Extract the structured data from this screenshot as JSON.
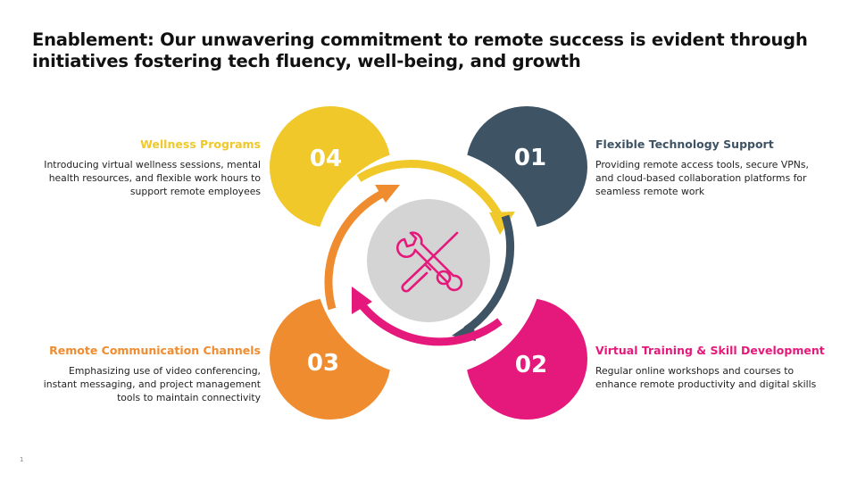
{
  "title": {
    "line1": "Enablement: Our unwavering commitment to remote success is evident through",
    "line2": "initiatives fostering tech fluency, well-being, and growth"
  },
  "center_icon": "wrench-screwdriver-icon",
  "items": [
    {
      "number": "01",
      "heading": "Flexible Technology Support",
      "color": "#3e5364",
      "desc": [
        "Providing remote access tools, secure VPNs,",
        "and cloud-based collaboration platforms for",
        "seamless remote work"
      ]
    },
    {
      "number": "02",
      "heading": "Virtual Training & Skill Development",
      "color": "#e5197b",
      "desc": [
        "Regular online workshops and courses to",
        "enhance remote productivity and digital skills"
      ]
    },
    {
      "number": "03",
      "heading": "Remote Communication Channels",
      "color": "#ef8c2f",
      "desc": [
        "Emphasizing use of video conferencing,",
        "instant messaging, and project management",
        "tools to maintain connectivity"
      ]
    },
    {
      "number": "04",
      "heading": "Wellness Programs",
      "color": "#f0c829",
      "desc": [
        "Introducing virtual wellness sessions, mental",
        "health resources, and flexible work hours to",
        "support remote employees"
      ]
    }
  ],
  "center_color": "#d4d4d4",
  "icon_color": "#e5197b",
  "slide_number": "1"
}
